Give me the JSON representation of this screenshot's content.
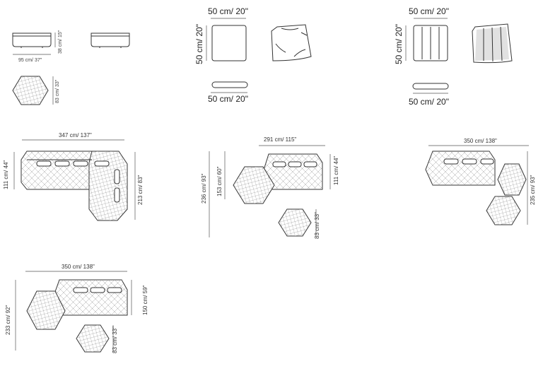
{
  "pouf": {
    "width_label": "95 cm/ 37\"",
    "height_label": "38 cm/ 15\"",
    "depth_label": "83 cm/ 33\""
  },
  "cushion_a": {
    "top_label": "50 cm/ 20\"",
    "side_label": "50 cm/ 20\"",
    "bottom_label": "50 cm/ 20\""
  },
  "cushion_b": {
    "top_label": "50 cm/ 20\"",
    "side_label": "50 cm/ 20\"",
    "bottom_label": "50 cm/ 20\""
  },
  "config_1": {
    "width_label": "347 cm/ 137\"",
    "depth_left_label": "111 cm/ 44\"",
    "depth_right_label": "213 cm/ 83\""
  },
  "config_2": {
    "width_label": "291 cm/ 115\"",
    "outer_depth_label": "236 cm/ 93\"",
    "inner_depth_label": "153 cm/ 60\"",
    "right_depth_label": "111 cm/ 44\"",
    "pouf_label": "83 cm/ 33\""
  },
  "config_3": {
    "width_label": "350 cm/ 138\"",
    "depth_label": "235 cm/ 93\""
  },
  "config_4": {
    "width_label": "350 cm/ 138\"",
    "left_depth_label": "233 cm/ 92\"",
    "right_depth_label": "150 cm/ 59\"",
    "pouf_label": "83 cm/ 33\""
  }
}
